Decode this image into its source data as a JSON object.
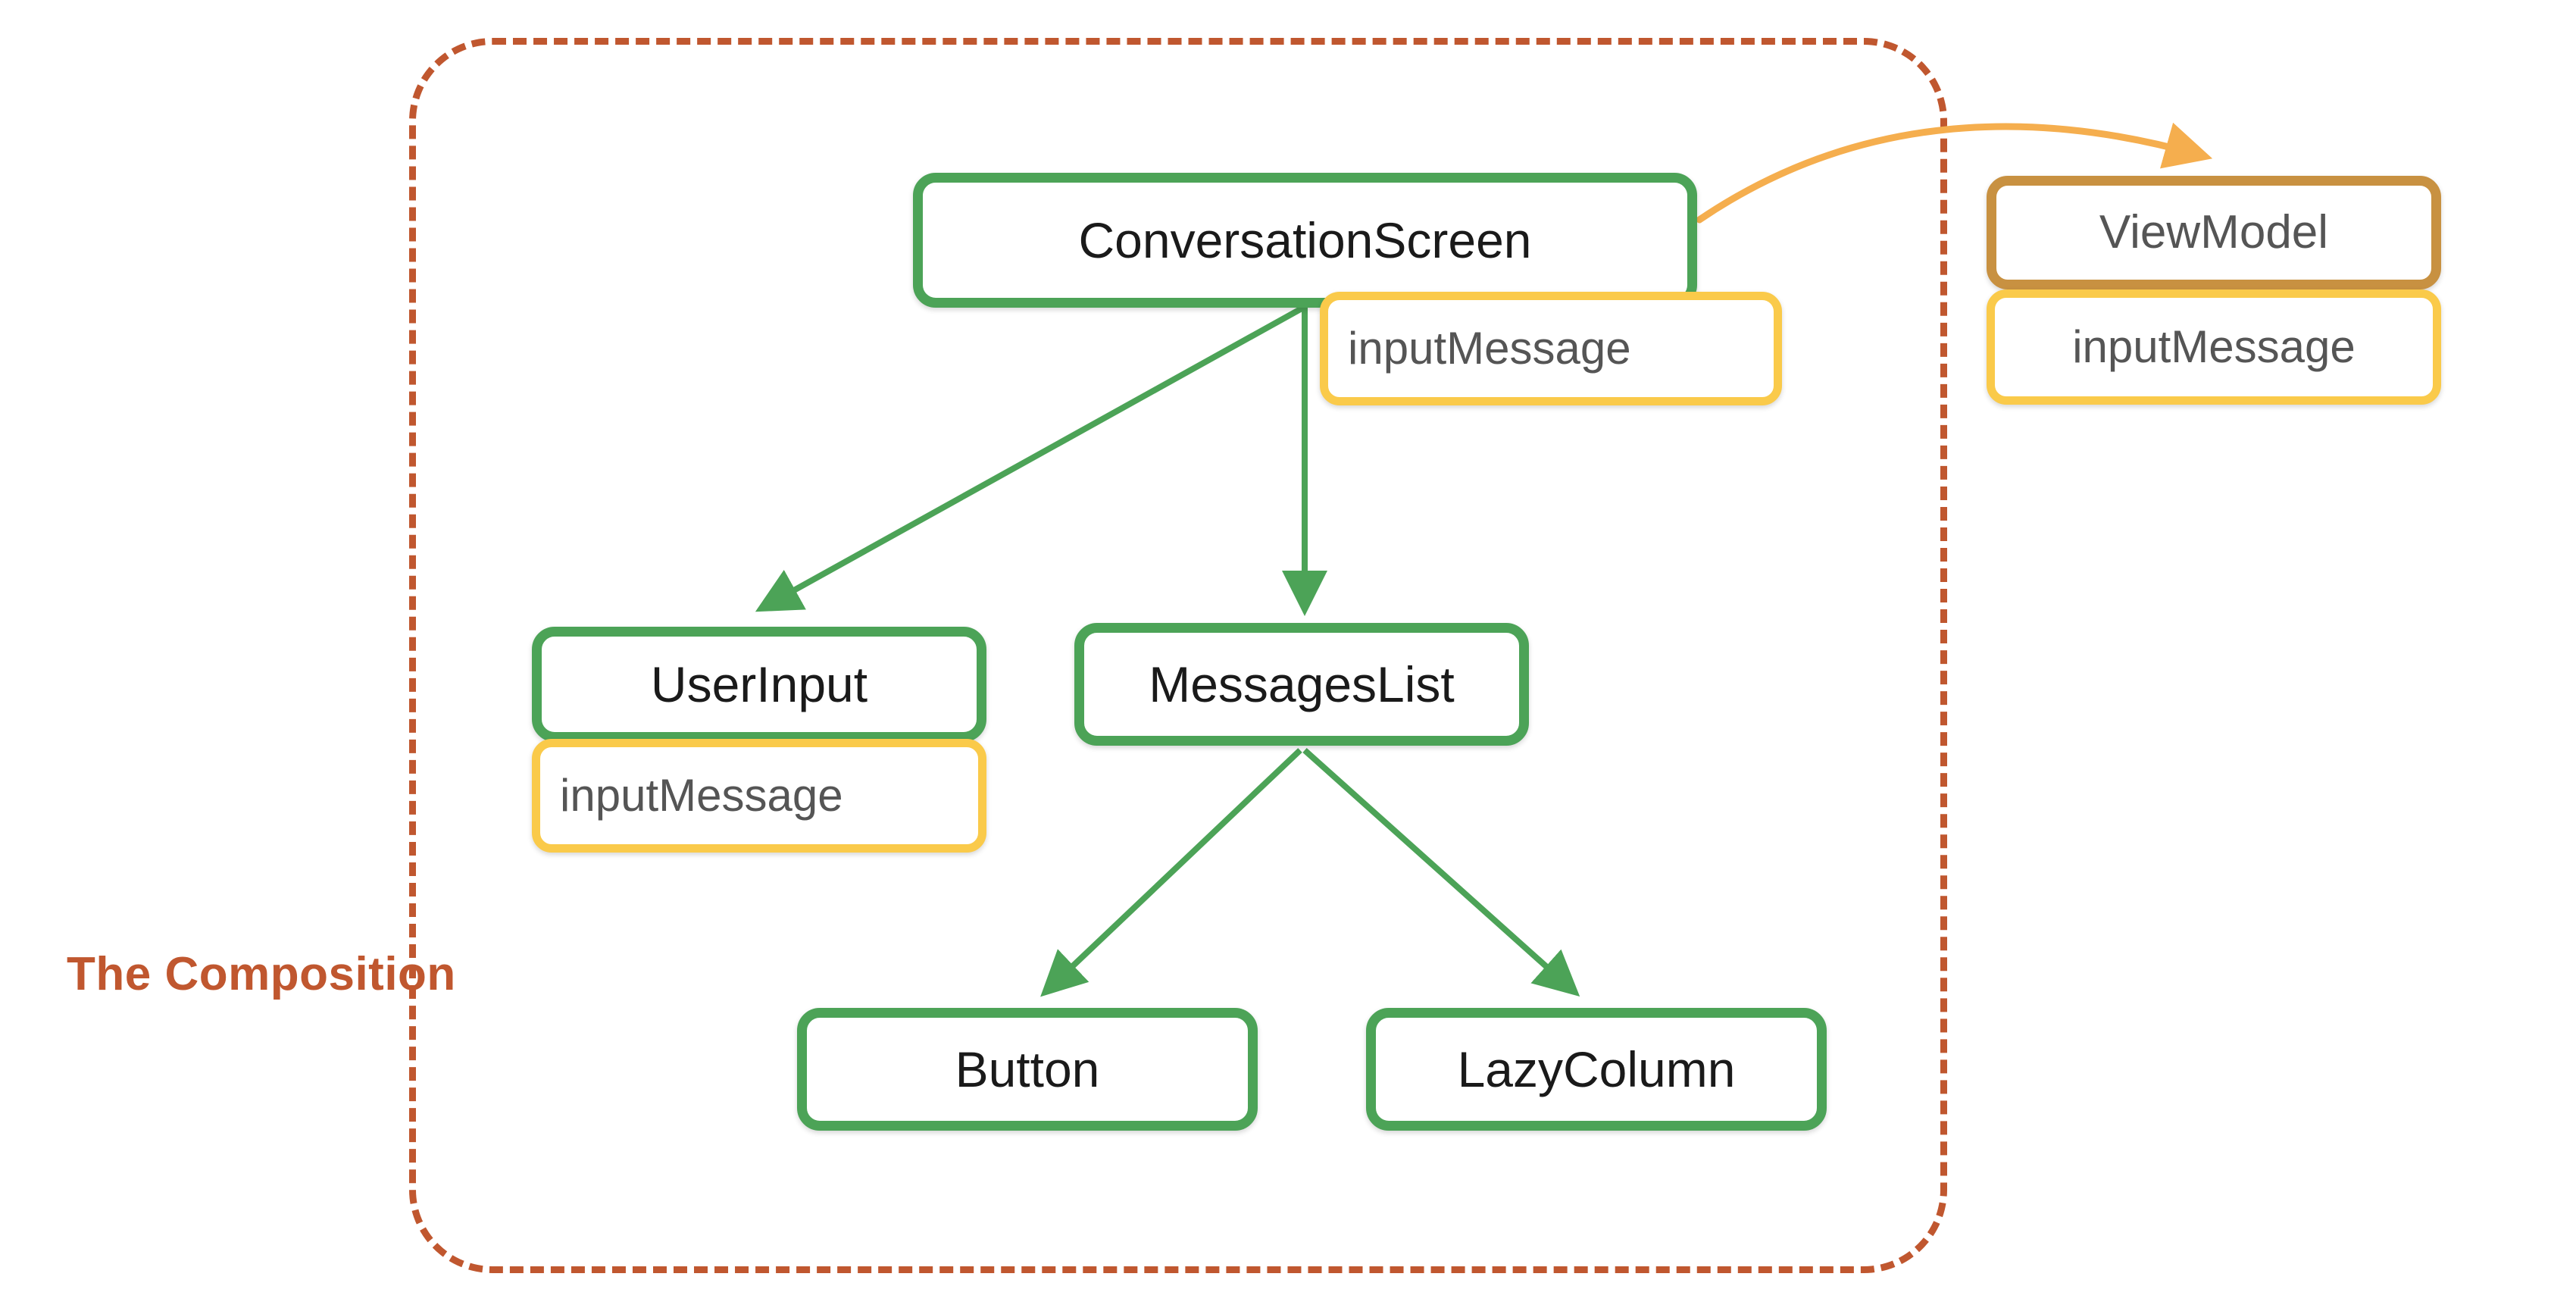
{
  "diagram": {
    "title_label": "The Composition",
    "colors": {
      "composable_border": "#4CA357",
      "state_border": "#FACA4A",
      "viewmodel_border": "#C89141",
      "boundary_dashed": "#C0572F",
      "event_arrow": "#F5AE4E",
      "composable_text": "#1a1a1a",
      "state_text": "#555555",
      "background": "#ffffff"
    },
    "nodes": {
      "conversation_screen": {
        "label": "ConversationScreen",
        "kind": "composable"
      },
      "conversation_screen_state": {
        "label": "inputMessage",
        "kind": "state"
      },
      "user_input": {
        "label": "UserInput",
        "kind": "composable"
      },
      "user_input_state": {
        "label": "inputMessage",
        "kind": "state"
      },
      "messages_list": {
        "label": "MessagesList",
        "kind": "composable"
      },
      "button": {
        "label": "Button",
        "kind": "composable"
      },
      "lazy_column": {
        "label": "LazyColumn",
        "kind": "composable"
      },
      "view_model": {
        "label": "ViewModel",
        "kind": "viewmodel"
      },
      "view_model_state": {
        "label": "inputMessage",
        "kind": "state"
      }
    },
    "edges": [
      {
        "from": "conversation_screen",
        "to": "user_input",
        "style": "solid",
        "color": "#4CA357"
      },
      {
        "from": "conversation_screen",
        "to": "messages_list",
        "style": "solid",
        "color": "#4CA357"
      },
      {
        "from": "messages_list",
        "to": "button",
        "style": "solid",
        "color": "#4CA357"
      },
      {
        "from": "messages_list",
        "to": "lazy_column",
        "style": "solid",
        "color": "#4CA357"
      },
      {
        "from": "conversation_screen",
        "to": "view_model",
        "style": "curved",
        "color": "#F5AE4E"
      }
    ]
  }
}
